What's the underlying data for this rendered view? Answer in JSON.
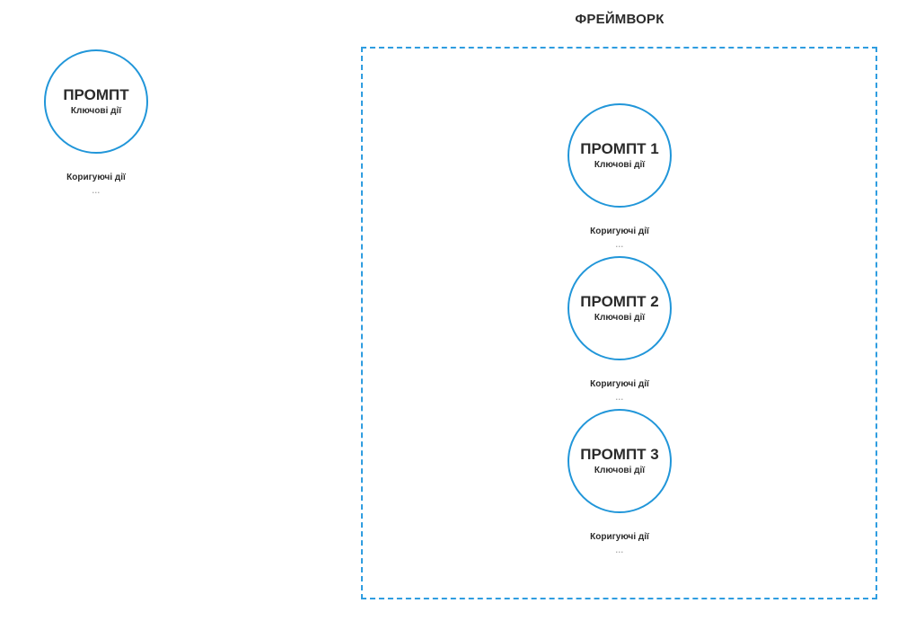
{
  "header": {
    "title": "ФРЕЙМВОРК"
  },
  "standalone": {
    "node": {
      "title": "ПРОМПТ",
      "subtitle": "Ключові дії",
      "corrective_label": "Коригуючі дії",
      "ellipsis": "..."
    }
  },
  "framework": {
    "nodes": [
      {
        "title": "ПРОМПТ 1",
        "subtitle": "Ключові дії",
        "corrective_label": "Коригуючі дії",
        "ellipsis": "..."
      },
      {
        "title": "ПРОМПТ 2",
        "subtitle": "Ключові дії",
        "corrective_label": "Коригуючі дії",
        "ellipsis": "..."
      },
      {
        "title": "ПРОМПТ 3",
        "subtitle": "Ключові дії",
        "corrective_label": "Коригуючі дії",
        "ellipsis": "..."
      }
    ]
  },
  "colors": {
    "circle_stroke": "#2196d9",
    "dashed_border": "#2f9de0",
    "text": "#2b2b2b",
    "ellipsis": "#a8a8a8",
    "background": "#ffffff"
  }
}
